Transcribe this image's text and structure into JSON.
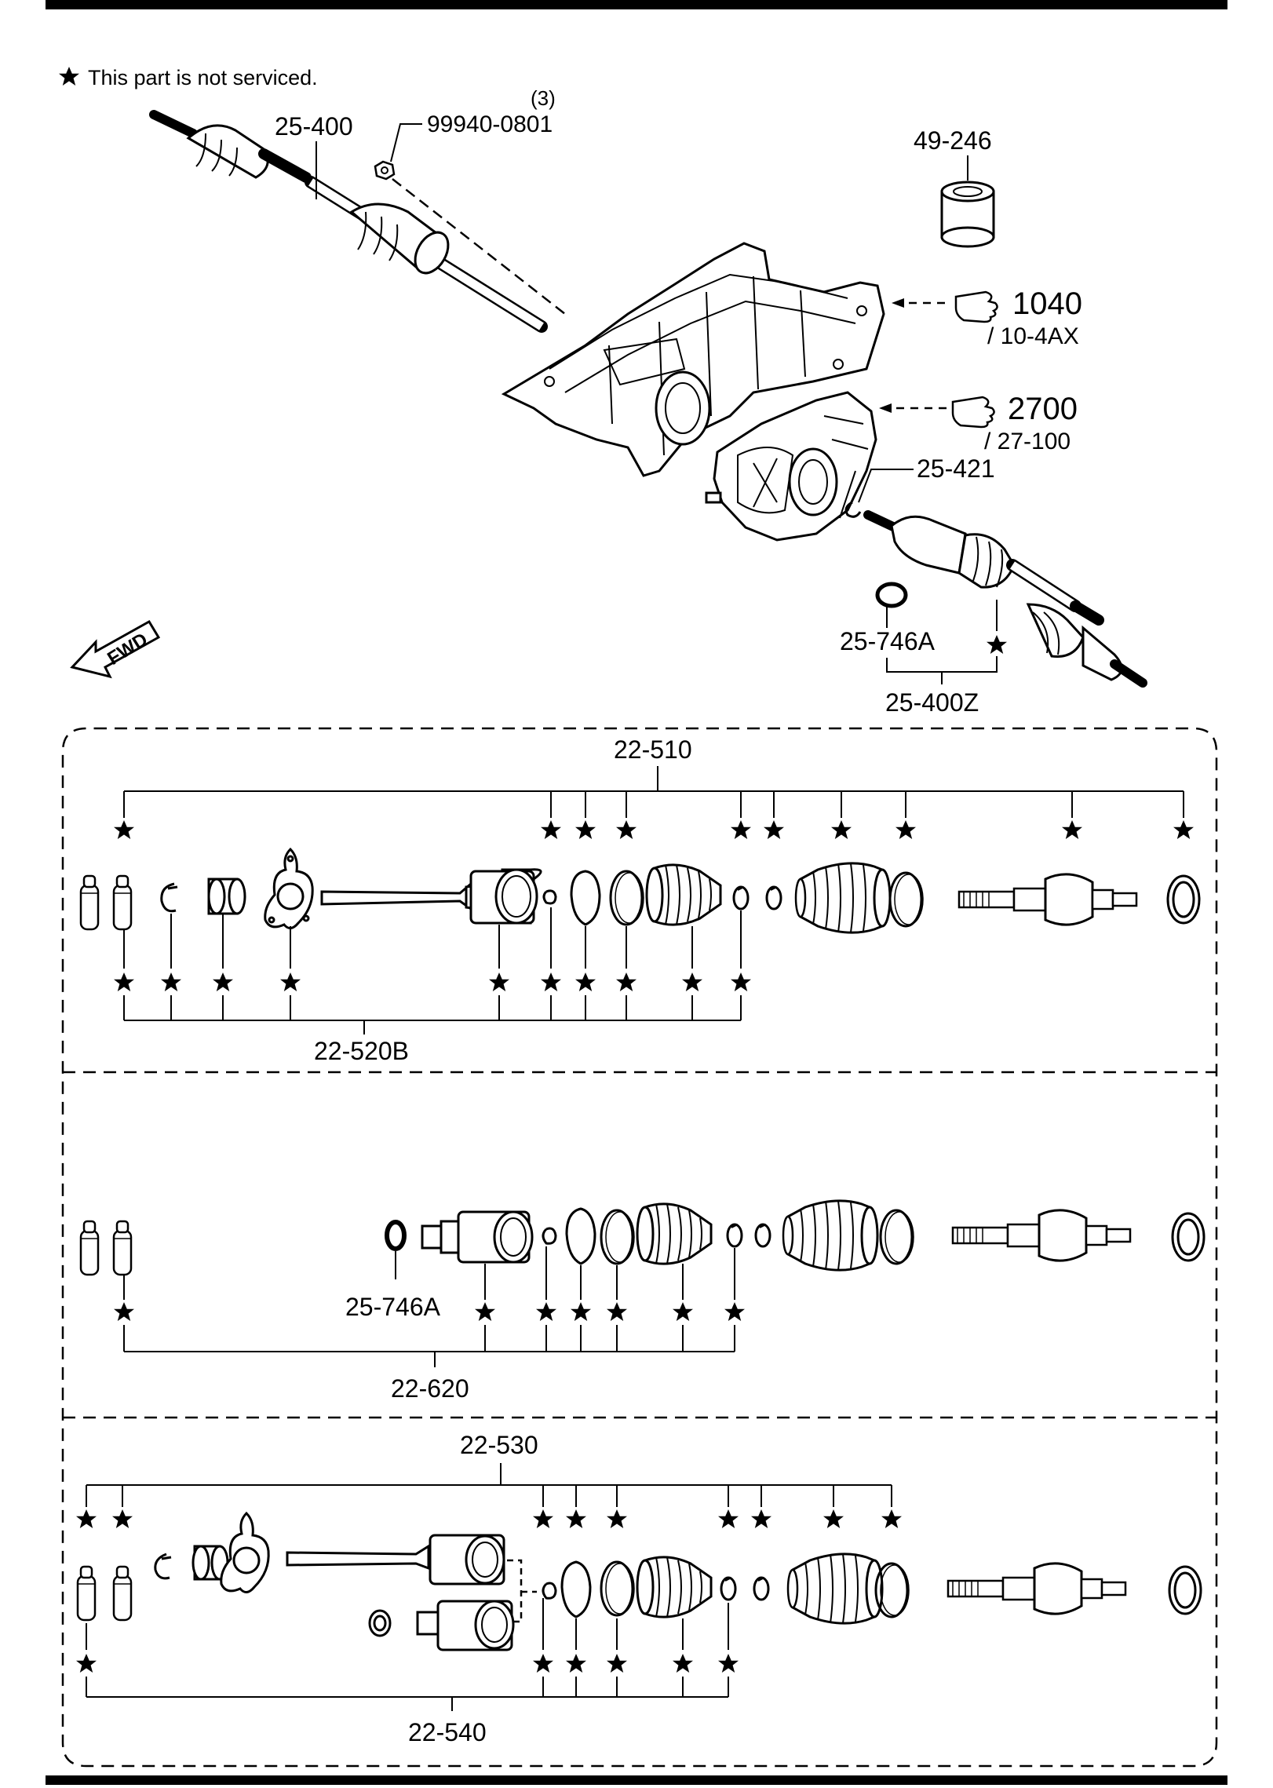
{
  "legend": {
    "symbol": "★",
    "text": "This part is not serviced."
  },
  "top": {
    "shaft_left": "25-400",
    "nut_part": "99940-0801",
    "nut_qty": "(3)",
    "bushing": "49-246",
    "ref1_num": "1040",
    "ref1_sub": "/ 10-4AX",
    "ref2_num": "2700",
    "ref2_sub": "/ 27-100",
    "snap_ring": "25-421",
    "seal": "25-746A",
    "shaft_right": "25-400Z",
    "fwd": "FWD"
  },
  "sections": [
    {
      "top_label": "22-510",
      "bottom_label": "22-520B"
    },
    {
      "mid_label": "25-746A",
      "bottom_label": "22-620"
    },
    {
      "top_label": "22-530",
      "bottom_label": "22-540"
    }
  ],
  "colors": {
    "ink": "#000000",
    "paper": "#ffffff"
  }
}
